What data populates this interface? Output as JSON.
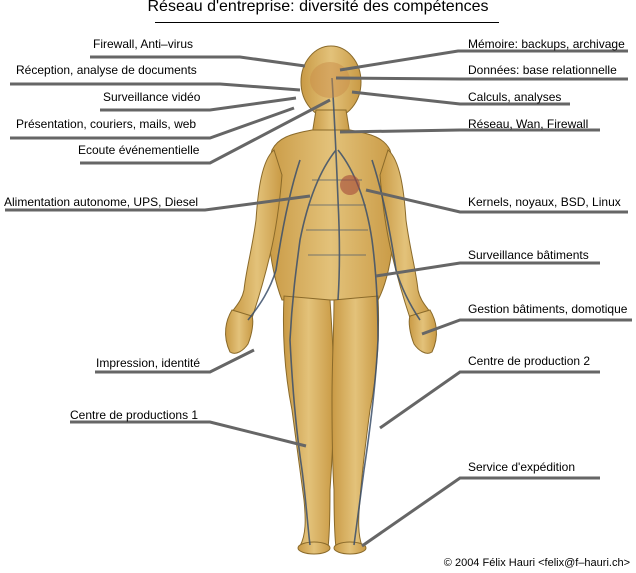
{
  "title": "Réseau d'entreprise: diversité des compétences",
  "left_labels": [
    "Firewall, Anti–virus",
    "Réception, analyse de documents",
    "Surveillance vidéo",
    "Présentation, couriers, mails, web",
    "Ecoute événementielle",
    "Alimentation autonome, UPS, Diesel",
    "Impression, identité",
    "Centre de productions 1"
  ],
  "right_labels": [
    "Mémoire: backups, archivage",
    "Données: base relationnelle",
    "Calculs, analyses",
    "Réseau, Wan, Firewall",
    "Kernels, noyaux, BSD, Linux",
    "Surveillance bâtiments",
    "Gestion bâtiments, domotique",
    "Centre de production 2",
    "Service d'expédition"
  ],
  "credit": "© 2004 Félix Hauri <felix@f–hauri.ch>",
  "colors": {
    "body_fill": "#d9b45e",
    "body_stroke": "#8a6a2a",
    "nerve": "#3b4f6b",
    "pointer": "#666666"
  }
}
